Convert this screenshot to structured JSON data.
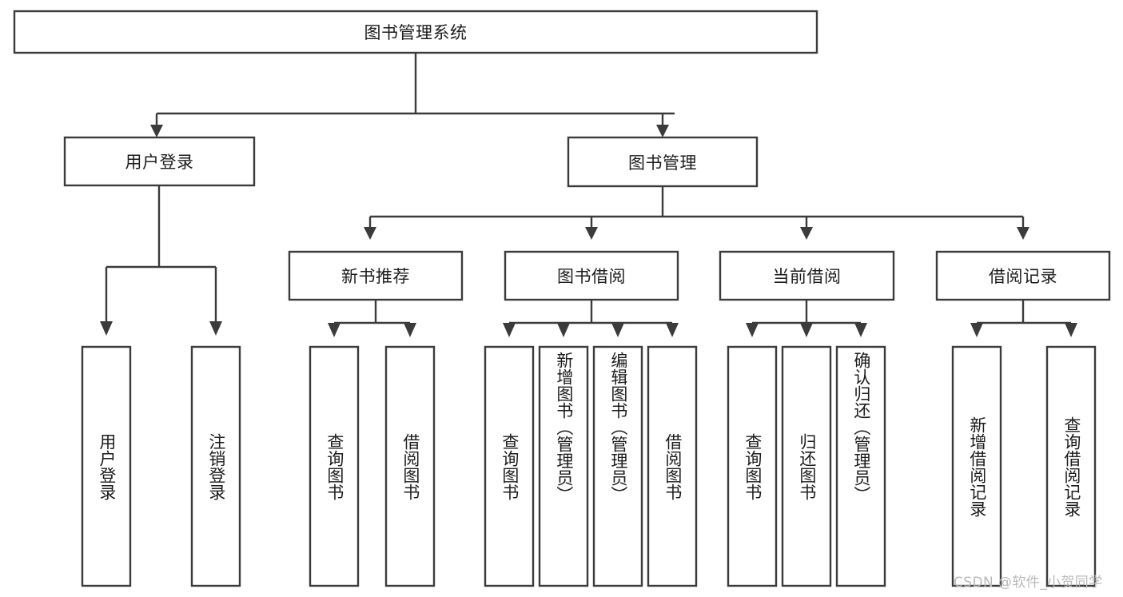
{
  "diagram": {
    "type": "tree-hierarchy",
    "title": "图书管理系统",
    "root": {
      "id": "root",
      "label": "图书管理系统"
    },
    "level1": [
      {
        "id": "user-login",
        "label": "用户登录"
      },
      {
        "id": "book-management",
        "label": "图书管理"
      }
    ],
    "level2": [
      {
        "id": "new-book-recommend",
        "label": "新书推荐",
        "parent": "book-management"
      },
      {
        "id": "book-borrow",
        "label": "图书借阅",
        "parent": "book-management"
      },
      {
        "id": "current-borrow",
        "label": "当前借阅",
        "parent": "book-management"
      },
      {
        "id": "borrow-record",
        "label": "借阅记录",
        "parent": "book-management"
      }
    ],
    "leaves": {
      "user-login": [
        {
          "id": "leaf-user-login",
          "label": "用户登录"
        },
        {
          "id": "leaf-user-logout",
          "label": "注销登录"
        }
      ],
      "new-book-recommend": [
        {
          "id": "leaf-query-book-1",
          "label": "查询图书"
        },
        {
          "id": "leaf-borrow-book-1",
          "label": "借阅图书"
        }
      ],
      "book-borrow": [
        {
          "id": "leaf-query-book-2",
          "label": "查询图书"
        },
        {
          "id": "leaf-add-book",
          "label": "新增图书（管理员）"
        },
        {
          "id": "leaf-edit-book",
          "label": "编辑图书（管理员）"
        },
        {
          "id": "leaf-borrow-book-2",
          "label": "借阅图书"
        }
      ],
      "current-borrow": [
        {
          "id": "leaf-query-book-3",
          "label": "查询图书"
        },
        {
          "id": "leaf-return-book",
          "label": "归还图书"
        },
        {
          "id": "leaf-confirm-return",
          "label": "确认归还（管理员）"
        }
      ],
      "borrow-record": [
        {
          "id": "leaf-add-record",
          "label": "新增借阅记录"
        },
        {
          "id": "leaf-query-record",
          "label": "查询借阅记录"
        }
      ]
    },
    "watermark": "CSDN @软件_小贺同学",
    "colors": {
      "stroke": "#3b3b3b",
      "fill": "#ffffff",
      "text": "#1c1c1c",
      "watermark": "#b9b9b9",
      "background": "#ffffff"
    }
  }
}
